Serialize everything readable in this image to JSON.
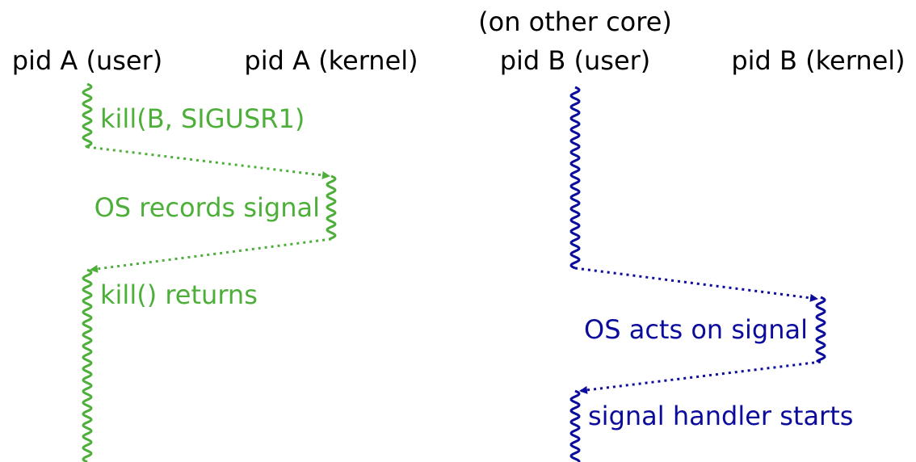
{
  "colors": {
    "process_a": "#4daf3a",
    "process_b": "#0b0b9c",
    "header_text": "#000000"
  },
  "headers": {
    "pid_a_user": "pid A (user)",
    "pid_a_kernel": "pid A (kernel)",
    "pid_b_note": "(on other core)",
    "pid_b_user": "pid B (user)",
    "pid_b_kernel": "pid B (kernel)"
  },
  "events": {
    "a_kill_call": "kill(B, SIGUSR1)",
    "a_os_records": "OS records signal",
    "a_kill_returns": "kill() returns",
    "b_os_acts": "OS acts on signal",
    "b_handler_starts": "signal handler starts"
  }
}
